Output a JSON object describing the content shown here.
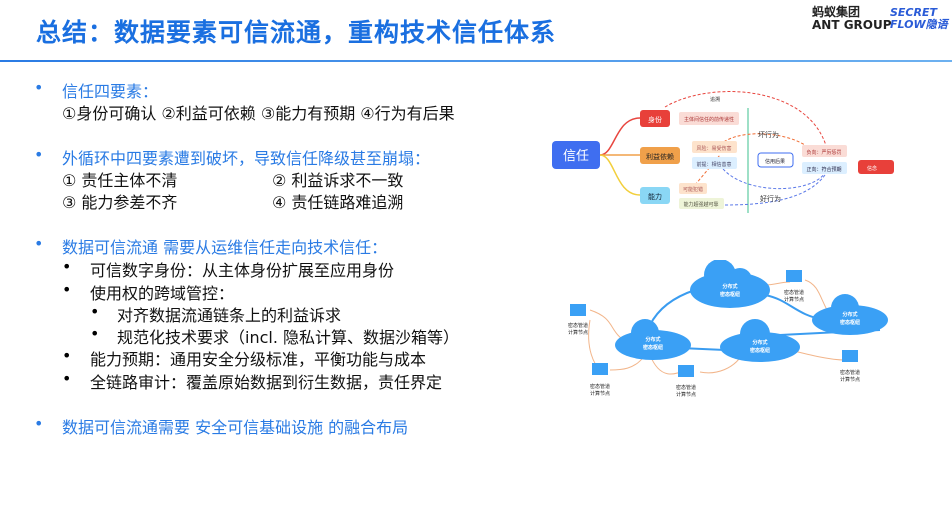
{
  "header": {
    "title": "总结：数据要素可信流通，重构技术信任体系",
    "logo_ant_cn": "蚂蚁集团",
    "logo_ant_en": "ANT GROUP",
    "logo_sf_1": "SECRET",
    "logo_sf_2": "FLOW隐语"
  },
  "bullets": [
    {
      "head": "信任四要素：",
      "lines": [
        "①身份可确认 ②利益可依赖 ③能力有预期 ④行为有后果"
      ]
    },
    {
      "head": "外循环中四要素遭到破坏，导致信任降级甚至崩塌：",
      "grid": [
        "① 责任主体不清",
        "② 利益诉求不一致",
        "③ 能力参差不齐",
        "④ 责任链路难追溯"
      ]
    },
    {
      "head": "数据可信流通 需要从运维信任走向技术信任：",
      "subs": [
        "可信数字身份：从主体身份扩展至应用身份",
        "使用权的跨域管控：",
        "对齐数据流通链条上的利益诉求",
        "规范化技术要求（incl. 隐私计算、数据沙箱等）",
        "能力预期：通用安全分级标准，平衡功能与成本",
        "全链路审计：覆盖原始数据到衍生数据，责任界定"
      ]
    },
    {
      "head": "数据可信流通需要 安全可信基础设施 的融合布局"
    }
  ],
  "mindmap": {
    "root": "信任",
    "identity": "身份",
    "identity_note": "主体间信任的前传递性",
    "interest": "利益依赖",
    "risk": "风险：易受伤害",
    "premise": "前提：相信善意",
    "ability": "能力",
    "mistake": "可能犯错",
    "reliable": "能力超强越可靠",
    "trace": "追溯",
    "bad": "坏行为",
    "good": "好行为",
    "credit": "信用后果",
    "neg": "负向：严厉惩罚",
    "pos": "正向：符合预期",
    "belief": "信念"
  },
  "network": {
    "hub_1": "分布式",
    "hub_2": "密态枢纽",
    "node_1": "密态管道",
    "node_2": "计算节点"
  }
}
